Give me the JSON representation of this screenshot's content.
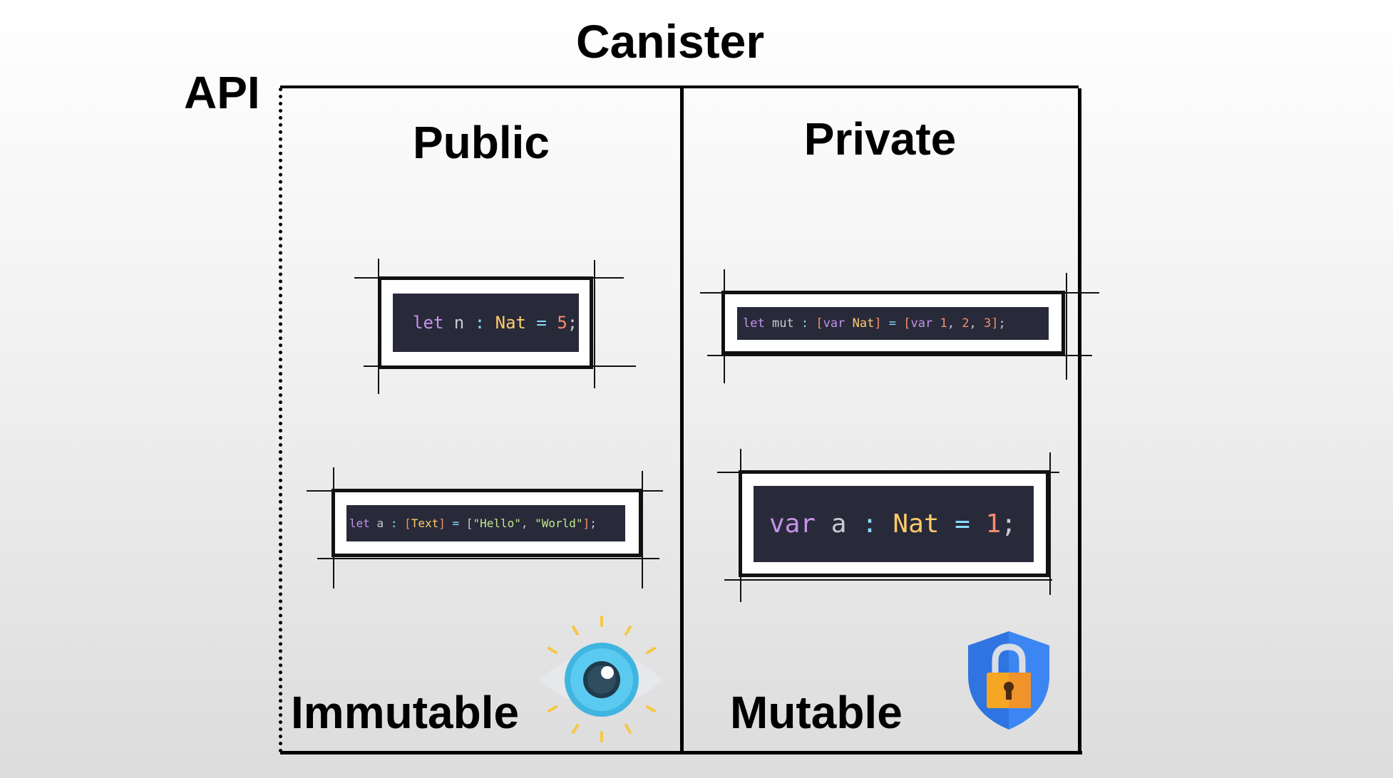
{
  "title": "Canister",
  "api_label": "API",
  "columns": {
    "public": {
      "heading": "Public",
      "footer": "Immutable",
      "icon": "eye-icon",
      "snippets": [
        {
          "kw": "let",
          "name": " n ",
          "colon": ":",
          "type": " Nat",
          "eq": " = ",
          "value": "5",
          "end": ";"
        },
        {
          "kw": "let",
          "name": " a ",
          "colon": ": ",
          "open": "[",
          "type": "Text",
          "close": "]",
          "eq": " = ",
          "lb": "[",
          "s1": "\"Hello\"",
          "comma": ", ",
          "s2": "\"World\"",
          "rb": "]",
          "end": ";"
        }
      ]
    },
    "private": {
      "heading": "Private",
      "footer": "Mutable",
      "icon": "lock-shield-icon",
      "snippets": [
        {
          "kw": "let",
          "name": " mut ",
          "colon": ": ",
          "lb": "[",
          "var": "var",
          "type": " Nat",
          "rb": "]",
          "eq": " = ",
          "lb2": "[",
          "var2": "var",
          "n1": " 1",
          "c1": ", ",
          "n2": "2",
          "c2": ", ",
          "n3": "3",
          "rb2": "]",
          "end": ";"
        },
        {
          "kw": "var",
          "name": " a ",
          "colon": ":",
          "type": " Nat",
          "eq": " = ",
          "value": "1",
          "end": ";"
        }
      ]
    }
  },
  "colors": {
    "code_bg": "#282a3a",
    "keyword": "#c792ea",
    "type": "#ffcb6b",
    "number": "#f78c6c",
    "string": "#c3e88d",
    "eye_iris": "#4fc3e8",
    "shield": "#3b82f6",
    "lock": "#f5a623"
  }
}
